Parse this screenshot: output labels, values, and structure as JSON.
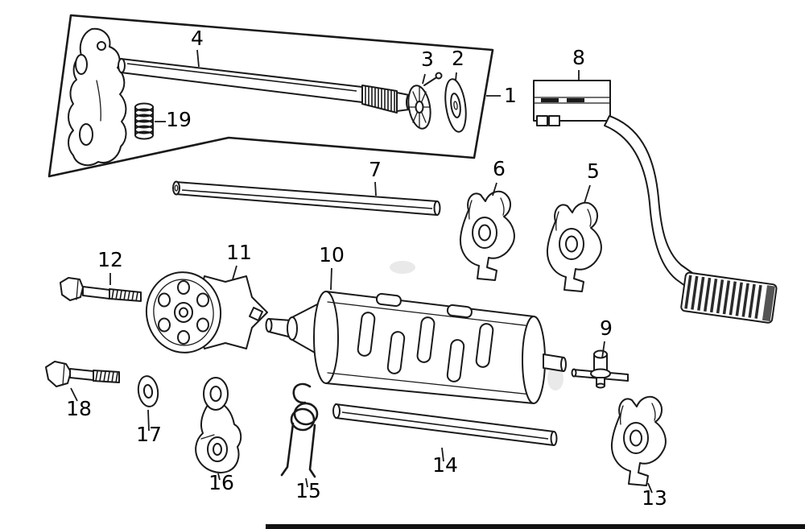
{
  "colors": {
    "background": "#ffffff",
    "line": "#1a1a1a",
    "pedal_fill": "#c9c9c9",
    "pedal_cap_fill": "#555555",
    "bracket_block_fill": "#b9b9b9",
    "scan_bar": "#111111"
  },
  "diagram": {
    "labels": {
      "p1": "1",
      "p2": "2",
      "p3": "3",
      "p4": "4",
      "p5": "5",
      "p6": "6",
      "p7": "7",
      "p8": "8",
      "p9": "9",
      "p10": "10",
      "p11": "11",
      "p12": "12",
      "p13": "13",
      "p14": "14",
      "p15": "15",
      "p16": "16",
      "p17": "17",
      "p18": "18",
      "p19": "19"
    }
  }
}
